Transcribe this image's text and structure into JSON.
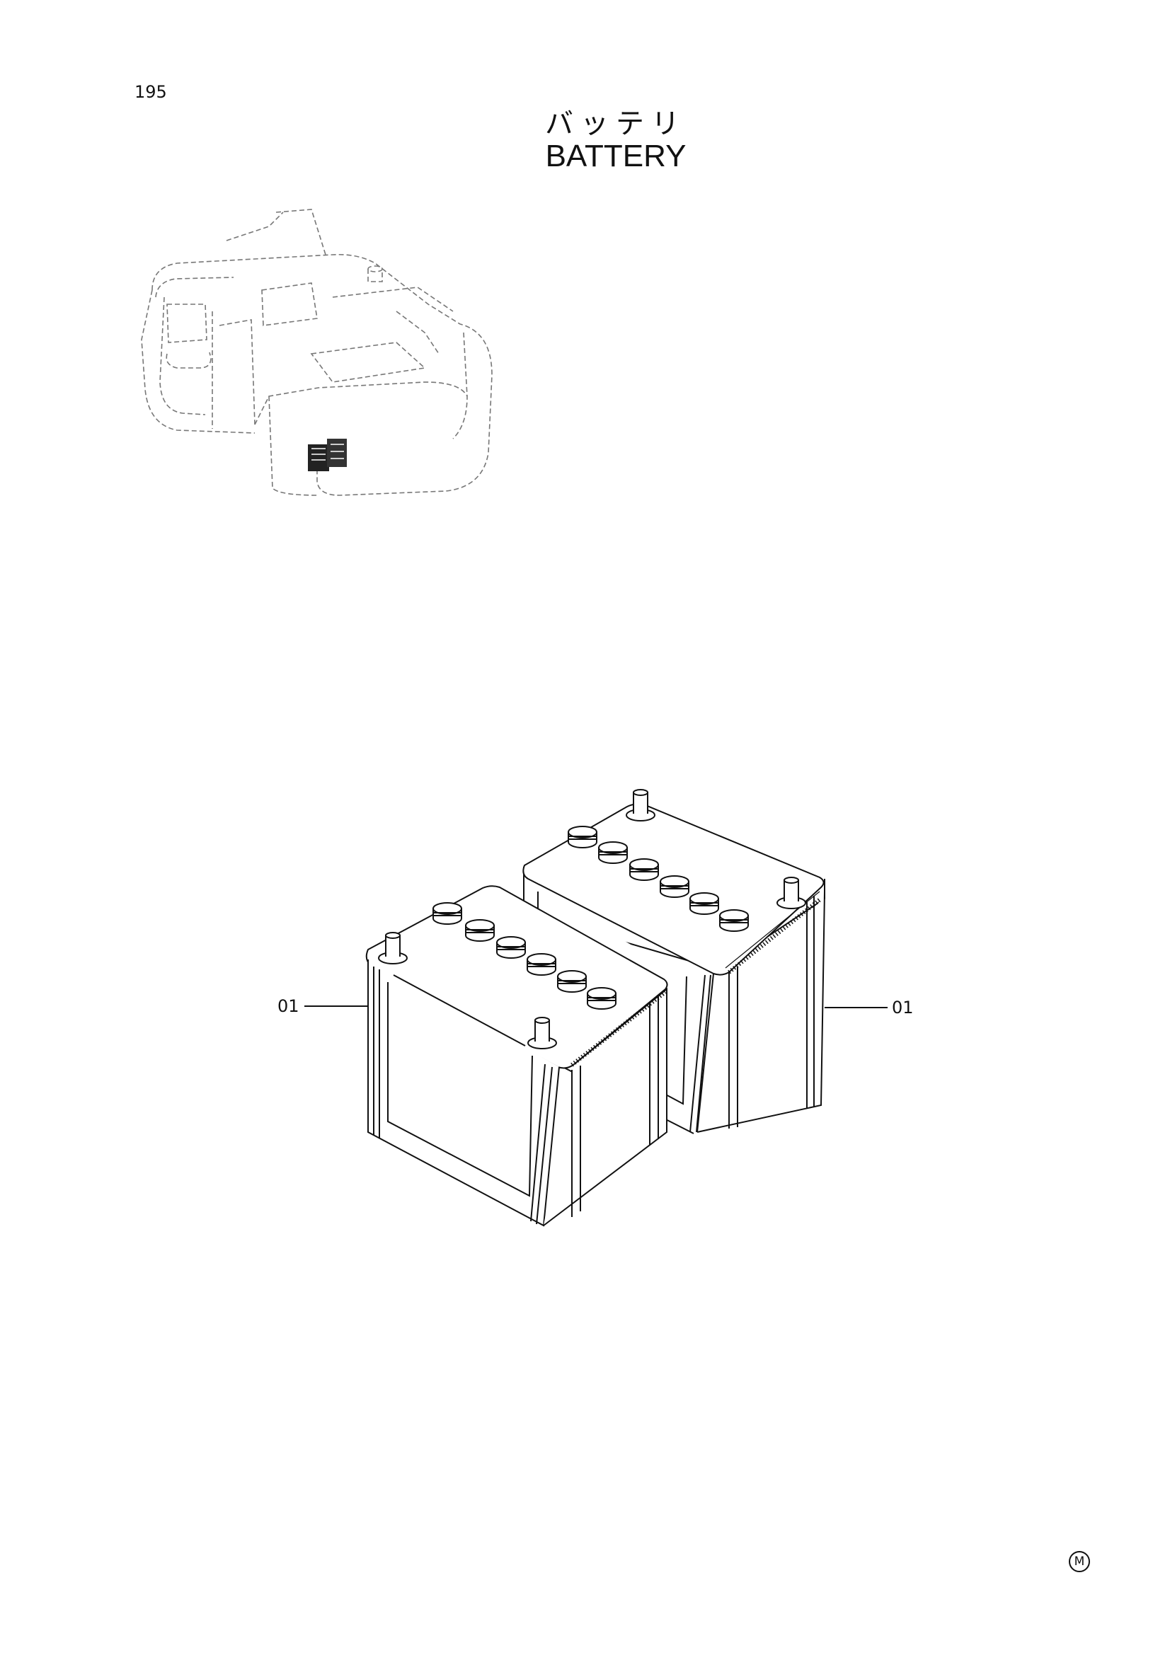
{
  "page": {
    "number": "195",
    "title_ja": "バッテリ",
    "title_en": "BATTERY",
    "mark": "M"
  },
  "callouts": [
    {
      "id": "left",
      "label": "01"
    },
    {
      "id": "right",
      "label": "01"
    }
  ]
}
